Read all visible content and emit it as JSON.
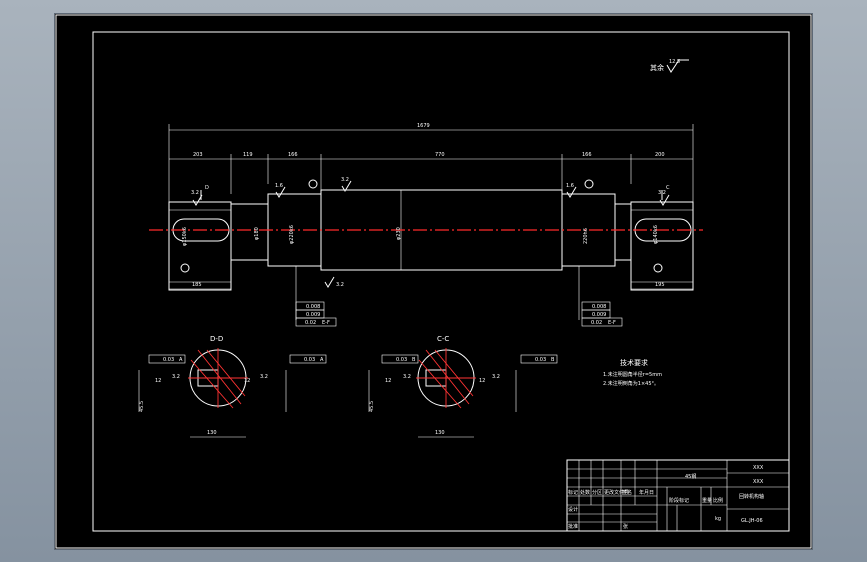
{
  "drawing": {
    "roughness_note": "其余",
    "roughness_value": "12.5",
    "overall_length": "1679",
    "segments": [
      "203",
      "119",
      "166",
      "770",
      "166",
      "200"
    ],
    "key_len_left": "185",
    "key_len_right": "195",
    "label_d": "D",
    "label_c": "C",
    "dia_left_key": "φ150k6",
    "dia_left_step": "φ180",
    "dia_bearing_left": "φ220k6",
    "dia_mid": "φ230",
    "dia_bearing_right": "220h6",
    "dia_right_key": "φ140k6",
    "ra_bearing": "1.6",
    "ra_mid": "3.2",
    "ra_key": "3.2",
    "tol_circ": "0.008",
    "tol_cyl": "0.009",
    "tol_runout": "0.02",
    "tol_datum_ef": "E-F",
    "section_dd_title": "D-D",
    "section_cc_title": "C-C",
    "sym_value": "0.03",
    "datum_a": "A",
    "datum_b": "B",
    "key_w_dd": "45.5",
    "key_w_cc": "45.5",
    "key_d_dd": "130",
    "key_d_cc": "130",
    "ra_sec_a": "12",
    "ra_sec_b": "3.2",
    "tech_title": "技术要求",
    "tech_1": "1.未注明圆角半径r=5mm",
    "tech_2": "2.未注明倒角为1×45°。",
    "tb_material": "45钢",
    "tb_name": "回转机构轴",
    "tb_code": "GL.JH-06",
    "tb_company1": "XXX",
    "tb_company2": "XXX",
    "tb_h1": "标记",
    "tb_h2": "处数",
    "tb_h3": "分区",
    "tb_h4": "更改文件号",
    "tb_h5": "签名",
    "tb_h6": "年月日",
    "tb_stage": "阶段标记",
    "tb_weight": "重量",
    "tb_scale": "比例",
    "tb_design": "设计",
    "tb_approve": "批准",
    "tb_sheet": "张",
    "tb_unit": "kg"
  }
}
